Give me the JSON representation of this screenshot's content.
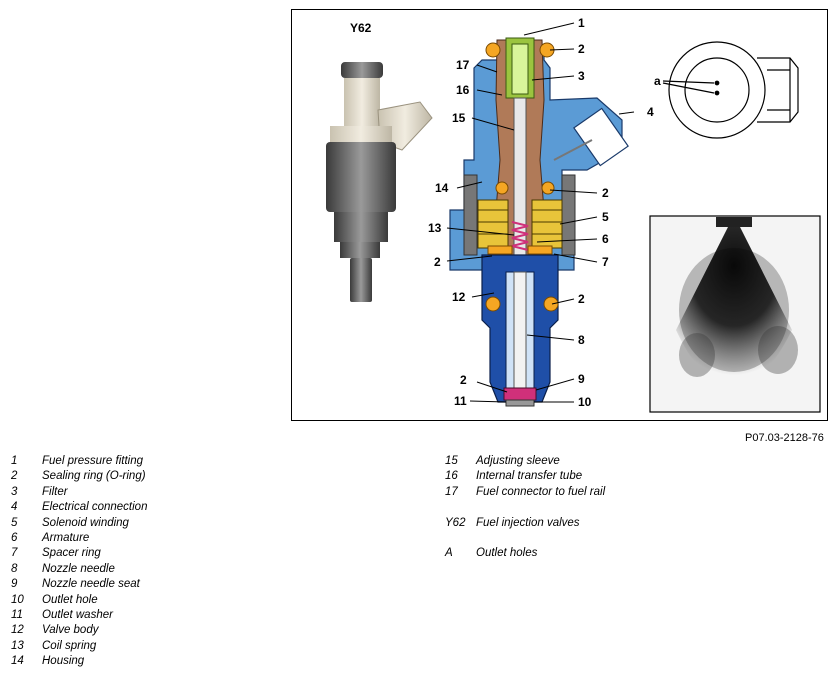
{
  "figure": {
    "title": "Y62",
    "code": "P07.03-2128-76",
    "callouts": {
      "c1": "1",
      "c2a": "2",
      "c3": "3",
      "c17": "17",
      "c16": "16",
      "c4": "4",
      "c15": "15",
      "c14": "14",
      "c2b": "2",
      "c13": "13",
      "c5": "5",
      "c6": "6",
      "c2c": "2",
      "c7": "7",
      "c12": "12",
      "c2d": "2",
      "c8": "8",
      "c2e": "2",
      "c9": "9",
      "c11": "11",
      "c10": "10",
      "ca": "a"
    }
  },
  "legend_left": [
    {
      "num": "1",
      "text": "Fuel pressure fitting"
    },
    {
      "num": "2",
      "text": "Sealing ring (O-ring)"
    },
    {
      "num": "3",
      "text": "Filter"
    },
    {
      "num": "4",
      "text": "Electrical connection"
    },
    {
      "num": "5",
      "text": "Solenoid winding"
    },
    {
      "num": "6",
      "text": "Armature"
    },
    {
      "num": "7",
      "text": "Spacer ring"
    },
    {
      "num": "8",
      "text": "Nozzle needle"
    },
    {
      "num": "9",
      "text": "Nozzle needle seat"
    },
    {
      "num": "10",
      "text": "Outlet hole"
    },
    {
      "num": "11",
      "text": "Outlet washer"
    },
    {
      "num": "12",
      "text": "Valve body"
    },
    {
      "num": "13",
      "text": "Coil spring"
    },
    {
      "num": "14",
      "text": "Housing"
    }
  ],
  "legend_right": [
    {
      "num": "15",
      "text": "Adjusting sleeve"
    },
    {
      "num": "16",
      "text": "Internal transfer tube"
    },
    {
      "num": "17",
      "text": "Fuel connector to fuel rail"
    },
    {
      "num": "Y62",
      "text": "Fuel injection valves"
    },
    {
      "num": "A",
      "text": "Outlet holes"
    }
  ],
  "colors": {
    "housing_blue": "#5b9bd5",
    "body_blue": "#1f4fa8",
    "sleeve_brown": "#b07a58",
    "oring_orange": "#f5a623",
    "coil_yellow": "#e8c43a",
    "filter_green": "#9bc43f",
    "spring_magenta": "#d0307a"
  }
}
